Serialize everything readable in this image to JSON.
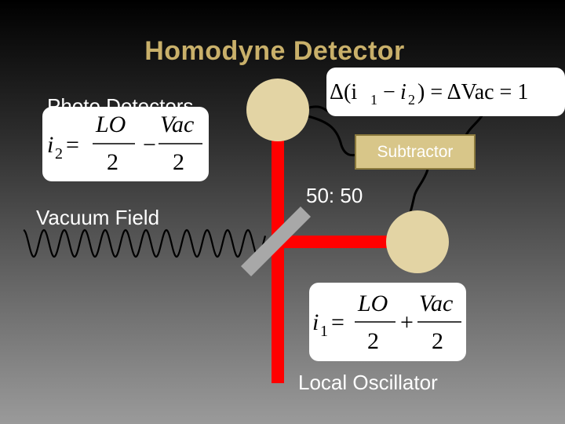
{
  "title": "Homodyne Detector",
  "labels": {
    "photo_detectors": "Photo Detectors",
    "vacuum_field": "Vacuum Field",
    "splitter": "50: 50",
    "subtractor": "Subtractor",
    "local_oscillator": "Local Oscillator"
  },
  "equations": {
    "difference": {
      "lhs": "Δ(i",
      "sub1": "1",
      "minus": "−",
      "i2": "i",
      "sub2": "2",
      "rhs": ") = ΔVac = 1"
    },
    "i2": {
      "var": "i",
      "sub": "2",
      "eq": "=",
      "num1": "LO",
      "den1": "2",
      "op": "−",
      "num2": "Vac",
      "den2": "2"
    },
    "i1": {
      "var": "i",
      "sub": "1",
      "eq": "=",
      "num1": "LO",
      "den1": "2",
      "op": "+",
      "num2": "Vac",
      "den2": "2"
    }
  },
  "colors": {
    "title": "#c9b06a",
    "beam": "#ff0000",
    "detector": "#e3d4a4",
    "subtractor": "#d8c689",
    "splitter": "#a8a8a8"
  }
}
